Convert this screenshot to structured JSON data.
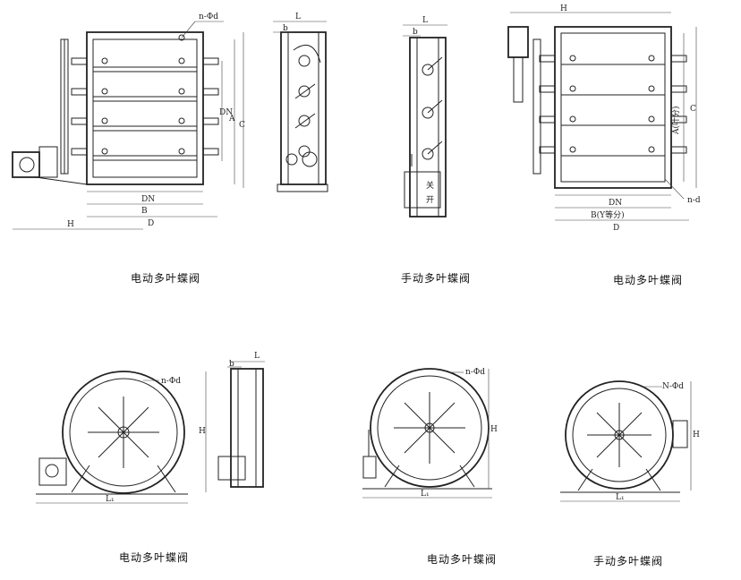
{
  "captions": {
    "c1": "电动多叶蝶阀",
    "c2": "手动多叶蝶阀",
    "c3": "电动多叶蝶阀",
    "c4": "电动多叶蝶阀",
    "c5": "电动多叶蝶阀",
    "c6": "手动多叶蝶阀"
  },
  "labels": {
    "n_phi_d": "n-Φd",
    "n_d": "n-d",
    "N_phi_d": "N-Φd",
    "DN": "DN",
    "A": "A",
    "B": "B",
    "C": "C",
    "D": "D",
    "H": "H",
    "L": "L",
    "L1": "L₁",
    "b": "b",
    "A_vert": "A(叶分)",
    "B_horiz": "B(Y等分)",
    "guan": "关",
    "kai": "开"
  }
}
